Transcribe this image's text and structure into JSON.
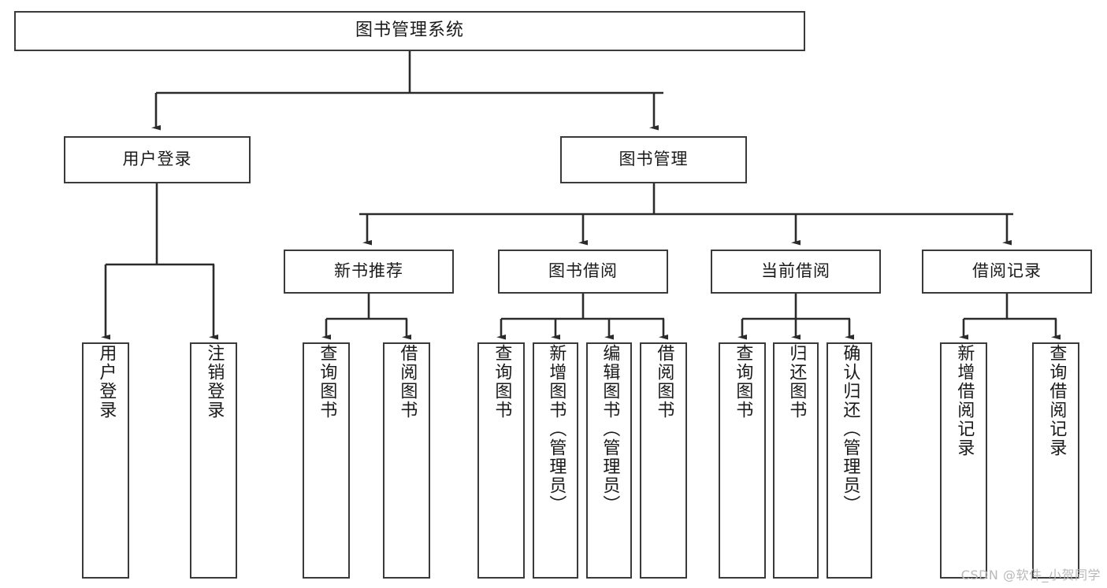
{
  "diagram": {
    "title": "图书管理系统",
    "type": "tree",
    "watermark": "CSDN @软件_小贺同学",
    "colors": {
      "box_border": "#3a3a3a",
      "box_fill": "#ffffff",
      "edge": "#2b2b2b",
      "text": "#1a1a1a",
      "watermark": "#b9b9b9",
      "background": "#ffffff"
    },
    "levels": {
      "level1": [
        {
          "id": "login",
          "label": "用户登录"
        },
        {
          "id": "bookmgmt",
          "label": "图书管理"
        }
      ],
      "level2": [
        {
          "id": "newbook",
          "label": "新书推荐"
        },
        {
          "id": "borrow",
          "label": "图书借阅"
        },
        {
          "id": "current",
          "label": "当前借阅"
        },
        {
          "id": "record",
          "label": "借阅记录"
        }
      ],
      "leaves": {
        "login": [
          {
            "id": "leaf-user-login",
            "label": "用户登录"
          },
          {
            "id": "leaf-logout",
            "label": "注销登录"
          }
        ],
        "newbook": [
          {
            "id": "leaf-query-book-1",
            "label": "查询图书"
          },
          {
            "id": "leaf-borrow-book-1",
            "label": "借阅图书"
          }
        ],
        "borrow": [
          {
            "id": "leaf-query-book-2",
            "label": "查询图书"
          },
          {
            "id": "leaf-add-book",
            "label": "新增图书（管理员）"
          },
          {
            "id": "leaf-edit-book",
            "label": "编辑图书（管理员）"
          },
          {
            "id": "leaf-borrow-book-2",
            "label": "借阅图书"
          }
        ],
        "current": [
          {
            "id": "leaf-query-book-3",
            "label": "查询图书"
          },
          {
            "id": "leaf-return-book",
            "label": "归还图书"
          },
          {
            "id": "leaf-confirm-return",
            "label": "确认归还（管理员）"
          }
        ],
        "record": [
          {
            "id": "leaf-add-record",
            "label": "新增借阅记录"
          },
          {
            "id": "leaf-query-record",
            "label": "查询借阅记录"
          }
        ]
      }
    }
  }
}
